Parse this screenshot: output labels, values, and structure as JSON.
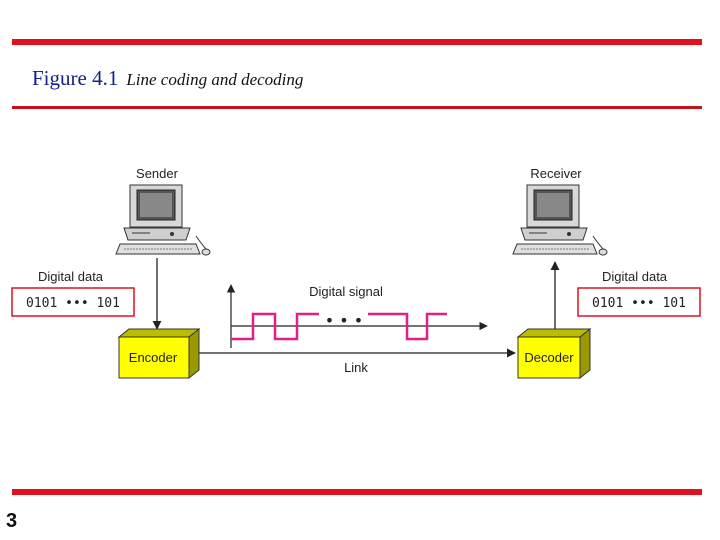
{
  "figure": {
    "number": "Figure 4.1",
    "caption": "Line coding and decoding"
  },
  "page_number": "3",
  "diagram": {
    "sender_label": "Sender",
    "receiver_label": "Receiver",
    "left_data_label": "Digital data",
    "right_data_label": "Digital data",
    "left_bits": "0101 ••• 101",
    "right_bits": "0101 ••• 101",
    "signal_label": "Digital signal",
    "encoder_label": "Encoder",
    "decoder_label": "Decoder",
    "link_label": "Link",
    "colors": {
      "rule": "#e0101c",
      "signal": "#e0208c",
      "box_fill": "#ffff00",
      "data_border": "#e0101c"
    }
  }
}
